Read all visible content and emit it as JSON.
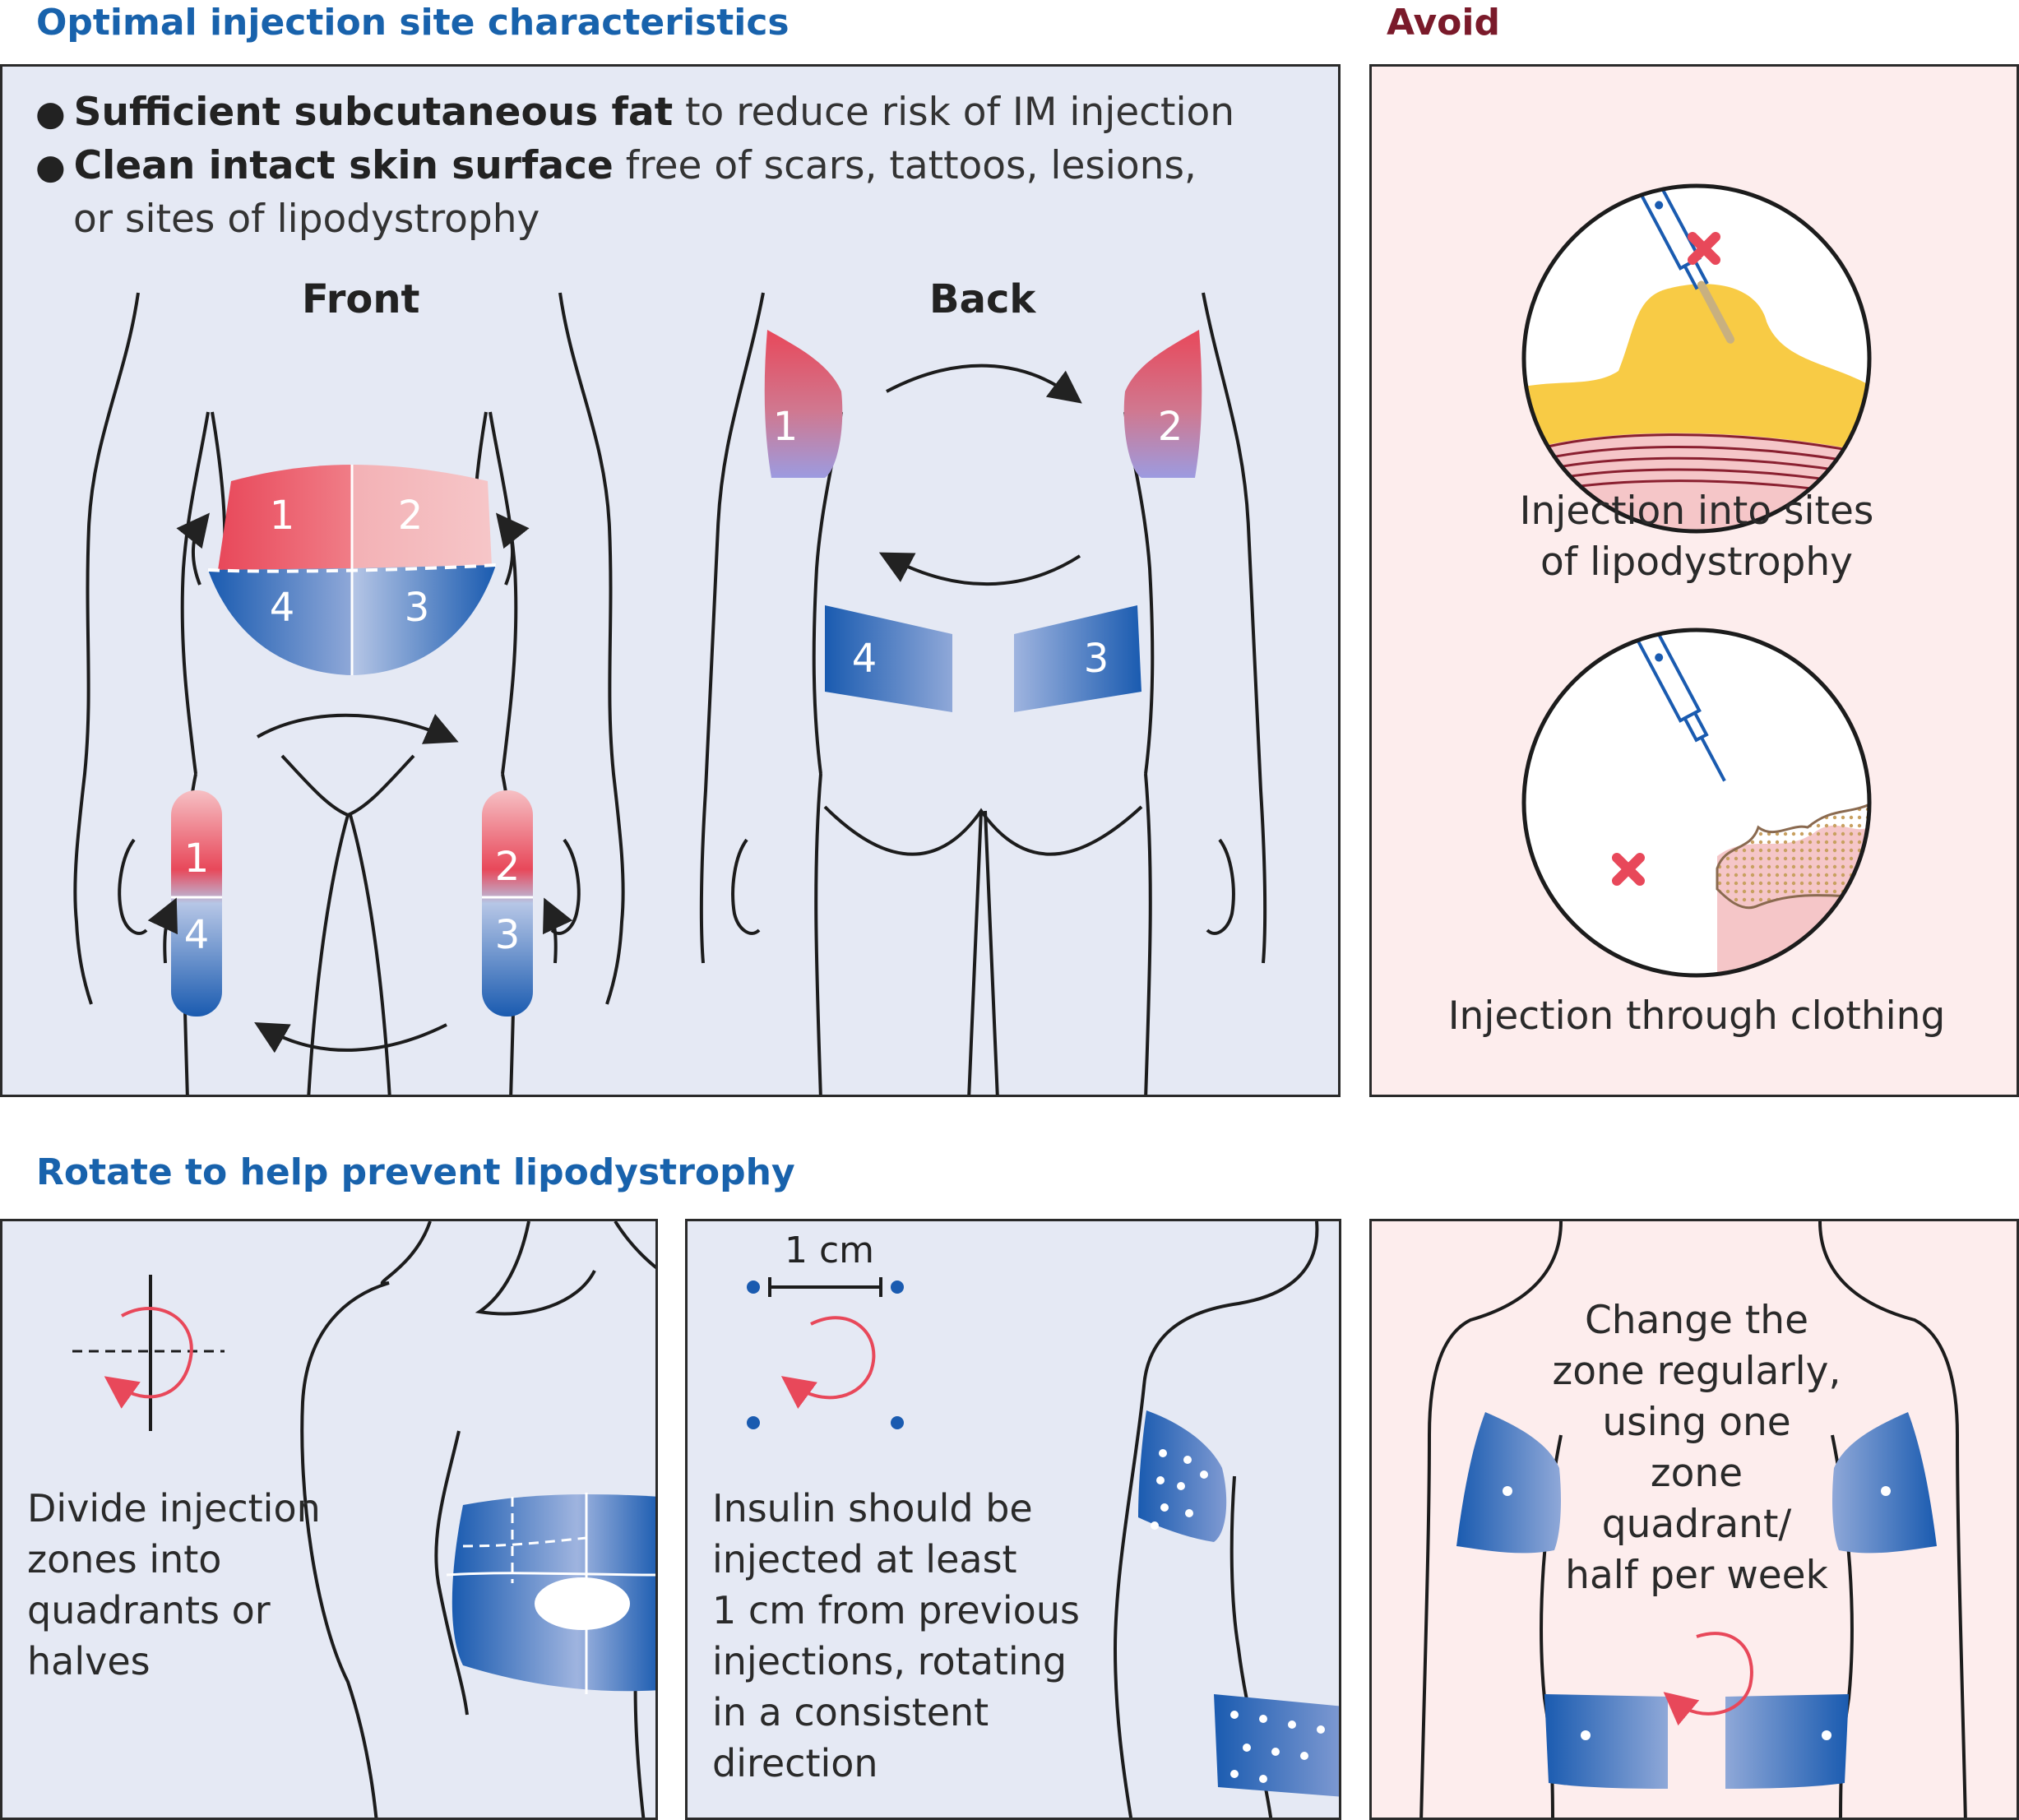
{
  "headings": {
    "optimal": "Optimal injection site characteristics",
    "avoid": "Avoid",
    "rotate": "Rotate to help prevent lipodystrophy"
  },
  "characteristics": {
    "bullet1_bold": "Sufficient subcutaneous fat",
    "bullet1_rest": " to reduce risk of IM injection",
    "bullet2_bold": "Clean intact skin surface",
    "bullet2_rest": " free of scars, tattoos, lesions,",
    "bullet2_cont": "or sites of lipodystrophy"
  },
  "views": {
    "front": "Front",
    "back": "Back"
  },
  "zones": {
    "front_abdomen": [
      "1",
      "2",
      "3",
      "4"
    ],
    "front_left_thigh": [
      "1",
      "4"
    ],
    "front_right_thigh": [
      "2",
      "3"
    ],
    "back_left_arm": "1",
    "back_right_arm": "2",
    "back_left_buttock": "4",
    "back_right_buttock": "3"
  },
  "avoid_items": [
    {
      "caption_line1": "Injection into sites",
      "caption_line2": "of lipodystrophy"
    },
    {
      "caption_line1": "Injection through clothing"
    }
  ],
  "rotate_panels": {
    "quadrants": {
      "lines": [
        "Divide injection",
        "zones into",
        "quadrants or",
        "halves"
      ]
    },
    "distance": {
      "measure": "1 cm",
      "lines": [
        "Insulin should be",
        "injected at least",
        "1 cm from previous",
        "injections, rotating",
        "in a consistent",
        "direction"
      ]
    },
    "weekly": {
      "lines": [
        "Change the",
        "zone regularly,",
        "using one",
        "zone",
        "quadrant/",
        "half per week"
      ]
    }
  },
  "colors": {
    "heading_blue": "#1862ac",
    "heading_red": "#7a1a2a",
    "zone_red": "#e8485a",
    "zone_blue": "#1a5bb0",
    "panel_blue_bg": "#e5e9f4",
    "panel_pink_bg": "#fdeded",
    "fat_yellow": "#f8cb45"
  }
}
